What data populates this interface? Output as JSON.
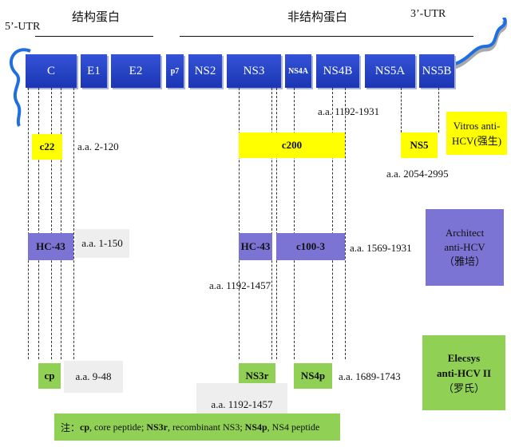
{
  "header": {
    "utr5": "5’-UTR",
    "utr3": "3’-UTR",
    "structural": "结构蛋白",
    "nonstructural": "非结构蛋白"
  },
  "segments": [
    "C",
    "E1",
    "E2",
    "p7",
    "NS2",
    "NS3",
    "NS4A",
    "NS4B",
    "NS5A",
    "NS5B"
  ],
  "vitros": {
    "c22": "c22",
    "c22_range": "a.a. 2-120",
    "c200": "c200",
    "c200_range": "a.a. 1192-1931",
    "ns5": "NS5",
    "ns5_range": "a.a. 2054-2995",
    "assay_line1": "Vitros anti-",
    "assay_line2": "HCV(强生)"
  },
  "architect": {
    "hc43_core": "HC-43",
    "hc43_core_range": "a.a. 1-150",
    "hc43_ns3": "HC-43",
    "hc43_ns3_range": "a.a. 1192-1457",
    "c100": "c100-3",
    "c100_range": "a.a. 1569-1931",
    "assay_line1": "Architect",
    "assay_line2": "anti-HCV",
    "assay_line3": "（雅培）"
  },
  "elecsys": {
    "cp": "cp",
    "cp_range": "a.a. 9-48",
    "ns3r": "NS3r",
    "ns3r_range": "a.a. 1192-1457",
    "ns4p": "NS4p",
    "ns4p_range": "a.a. 1689-1743",
    "assay_line1": "Elecsys",
    "assay_line2": "anti-HCV II",
    "assay_line3": "（罗氏）"
  },
  "note": {
    "prefix": "注：",
    "cp": "cp",
    "cp_desc": ", core peptide; ",
    "ns3r": "NS3r",
    "ns3r_desc": ", recombinant NS3; ",
    "ns4p": "NS4p",
    "ns4p_desc": ", NS4 peptide"
  }
}
